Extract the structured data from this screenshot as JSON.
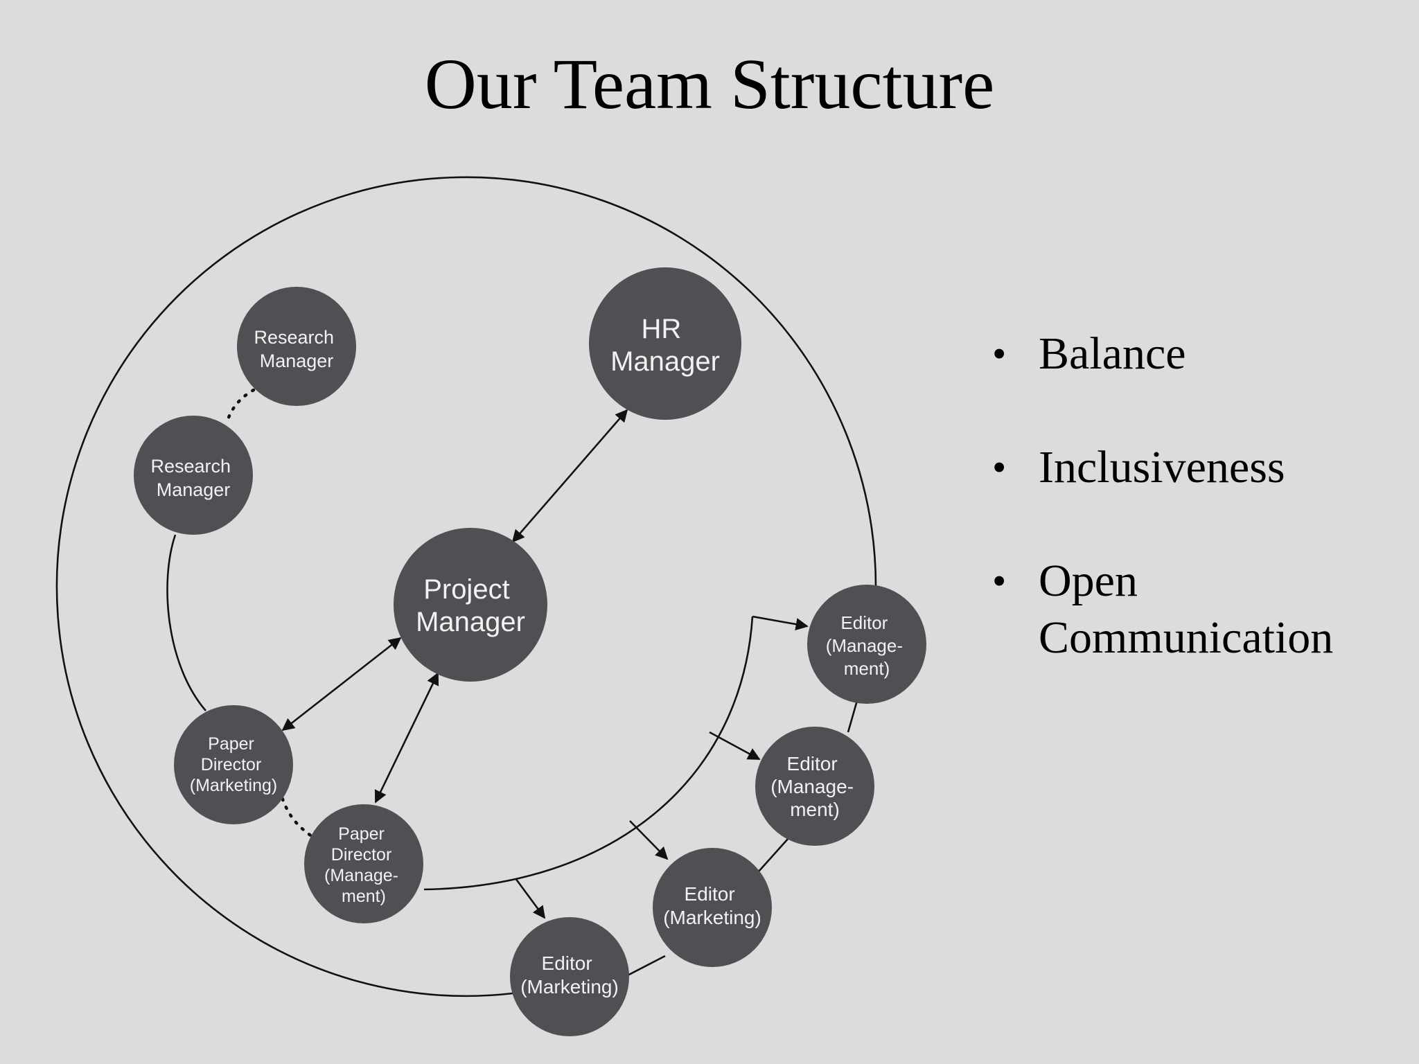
{
  "slide": {
    "title": "Our Team Structure"
  },
  "diagram": {
    "nodes": {
      "research_manager_1": [
        "Research",
        "Manager"
      ],
      "research_manager_2": [
        "Research",
        "Manager"
      ],
      "hr_manager": [
        "HR",
        "Manager"
      ],
      "project_manager": [
        "Project",
        "Manager"
      ],
      "paper_director_marketing": [
        "Paper",
        "Director",
        "(Marketing)"
      ],
      "paper_director_management": [
        "Paper",
        "Director",
        "(Manage-",
        "ment)"
      ],
      "editor_management_1": [
        "Editor",
        "(Manage-",
        "ment)"
      ],
      "editor_management_2": [
        "Editor",
        "(Manage-",
        "ment)"
      ],
      "editor_marketing_1": [
        "Editor",
        "(Marketing)"
      ],
      "editor_marketing_2": [
        "Editor",
        "(Marketing)"
      ]
    },
    "node_color": "#4f4f54",
    "line_color": "#111111"
  },
  "bullets": [
    {
      "text": "Balance"
    },
    {
      "text": "Inclusiveness"
    },
    {
      "text": "Open Communication"
    }
  ],
  "colors": {
    "background": "#dcdcdc",
    "text": "#000000"
  }
}
